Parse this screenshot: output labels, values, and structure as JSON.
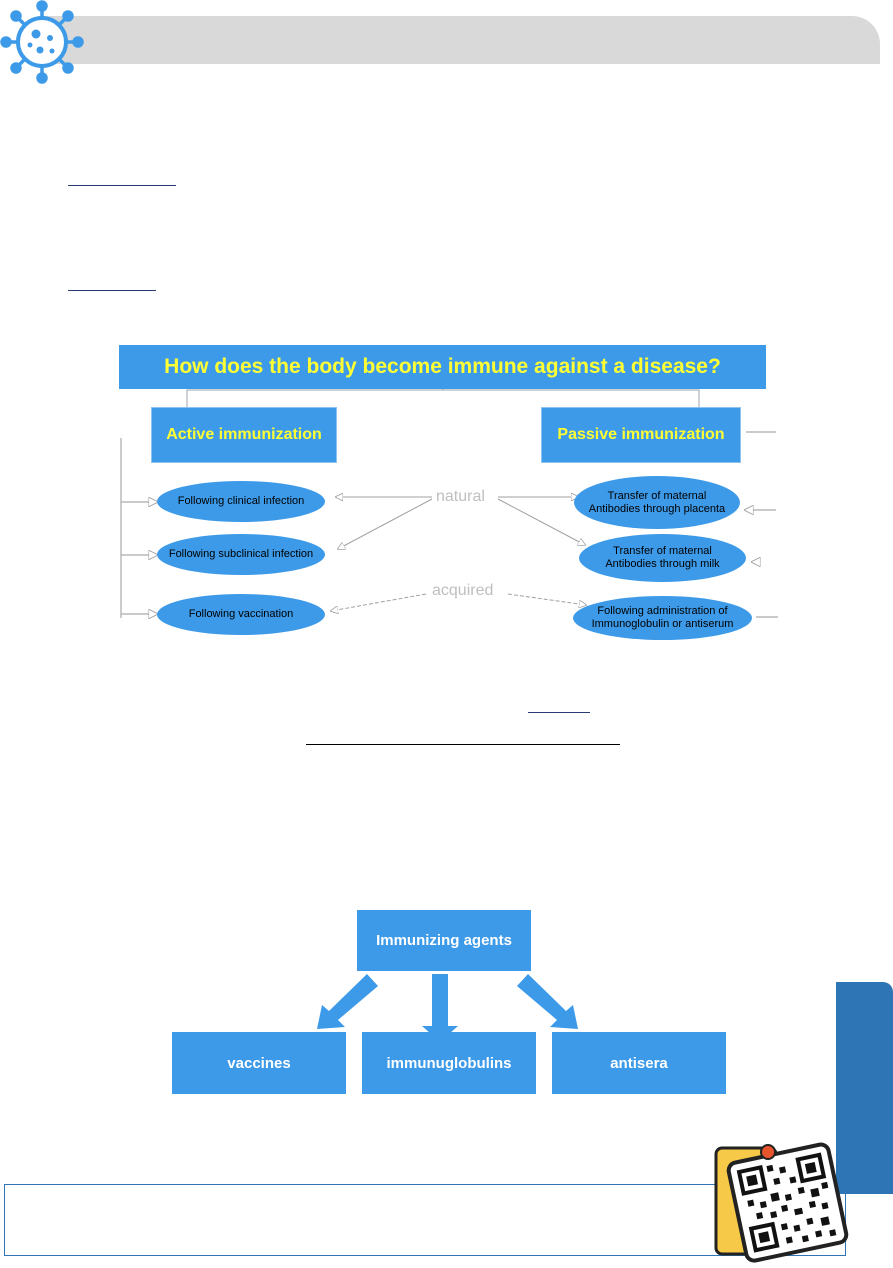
{
  "diagram": {
    "title": "How does the body become immune against a disease?",
    "active": "Active immunization",
    "passive": "Passive immunization",
    "active_items": [
      "Following clinical infection",
      "Following subclinical infection",
      "Following vaccination"
    ],
    "passive_items": [
      "Transfer of maternal Antibodies through placenta",
      "Transfer of maternal Antibodies through milk",
      "Following administration of Immunoglobulin or antiserum"
    ],
    "natural_label": "natural",
    "acquired_label": "acquired"
  },
  "agents": {
    "root": "Immunizing agents",
    "children": [
      "vaccines",
      "immunuglobulins",
      "antisera"
    ]
  },
  "colors": {
    "box_blue": "#3d9ae8",
    "title_yellow": "#ffff33",
    "tab_blue": "#2e75b6",
    "header_gray": "#d9d9d9"
  }
}
